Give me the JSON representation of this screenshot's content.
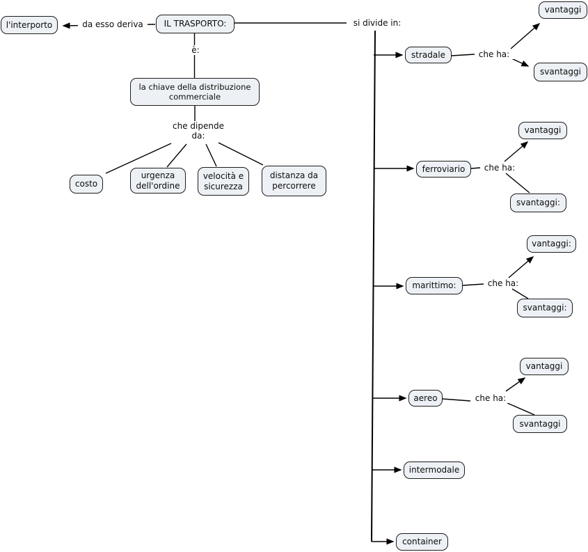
{
  "colors": {
    "background": "#ffffff",
    "node_fill": "#edf1f5",
    "node_border": "#1c1c1c",
    "line": "#000000",
    "text": "#0b0b0b"
  },
  "nodes": {
    "interporto": "l'interporto",
    "trasporto": "IL TRASPORTO:",
    "chiave": "la chiave della distribuzione commerciale",
    "costo": "costo",
    "urgenza": "urgenza dell'ordine",
    "velocita": "velocità e sicurezza",
    "distanza": "distanza da percorrere",
    "stradale": "stradale",
    "ferroviario": "ferroviario",
    "marittimo": "marittimo:",
    "aereo": "aereo",
    "intermodale": "intermodale",
    "container": "container",
    "vantaggi_stradale": "vantaggi",
    "svantaggi_stradale": "svantaggi",
    "vantaggi_ferroviario": "vantaggi",
    "svantaggi_ferroviario": "svantaggi:",
    "vantaggi_marittimo": "vantaggi:",
    "svantaggi_marittimo": "svantaggi:",
    "vantaggi_aereo": "vantaggi",
    "svantaggi_aereo": "svantaggi"
  },
  "linking_phrases": {
    "deriva": "da esso deriva",
    "e": "è:",
    "dipende_line1": "che dipende",
    "dipende_line2": "da:",
    "divide": "si divide in:",
    "cheha_stradale": "che ha:",
    "cheha_ferroviario": "che ha:",
    "cheha_marittimo": "che ha:",
    "cheha_aereo": "che ha:"
  },
  "relations": [
    {
      "from": "trasporto",
      "label": "da esso deriva",
      "to": [
        "interporto"
      ],
      "arrow": true
    },
    {
      "from": "trasporto",
      "label": "è:",
      "to": [
        "chiave"
      ],
      "arrow": false
    },
    {
      "from": "chiave",
      "label": "che dipende da:",
      "to": [
        "costo",
        "urgenza",
        "velocita",
        "distanza"
      ],
      "arrow": false
    },
    {
      "from": "trasporto",
      "label": "si divide in:",
      "to": [
        "stradale",
        "ferroviario",
        "marittimo",
        "aereo",
        "intermodale",
        "container"
      ],
      "arrow": true
    },
    {
      "from": "stradale",
      "label": "che ha:",
      "to": [
        "vantaggi_stradale",
        "svantaggi_stradale"
      ],
      "arrow": true
    },
    {
      "from": "ferroviario",
      "label": "che ha:",
      "to": [
        "vantaggi_ferroviario",
        "svantaggi_ferroviario"
      ],
      "arrow": true
    },
    {
      "from": "marittimo",
      "label": "che ha:",
      "to": [
        "vantaggi_marittimo",
        "svantaggi_marittimo"
      ],
      "arrow": true
    },
    {
      "from": "aereo",
      "label": "che ha:",
      "to": [
        "vantaggi_aereo",
        "svantaggi_aereo"
      ],
      "arrow": true
    }
  ]
}
